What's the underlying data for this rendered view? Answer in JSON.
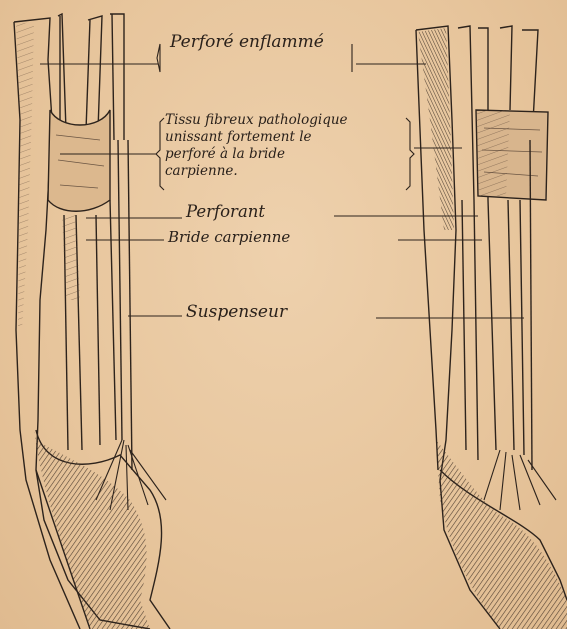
{
  "figure": {
    "labels": {
      "perfore": "Perforé enflammé",
      "tissu_lines": [
        "Tissu fibreux pathologique",
        "unissant fortement le",
        "perforé à la bride",
        "carpienne."
      ],
      "perforant": "Perforant",
      "bride": "Bride carpienne",
      "suspenseur": "Suspenseur"
    },
    "colors": {
      "paper": "#e9c9a2",
      "ink": "#2a211b"
    }
  }
}
